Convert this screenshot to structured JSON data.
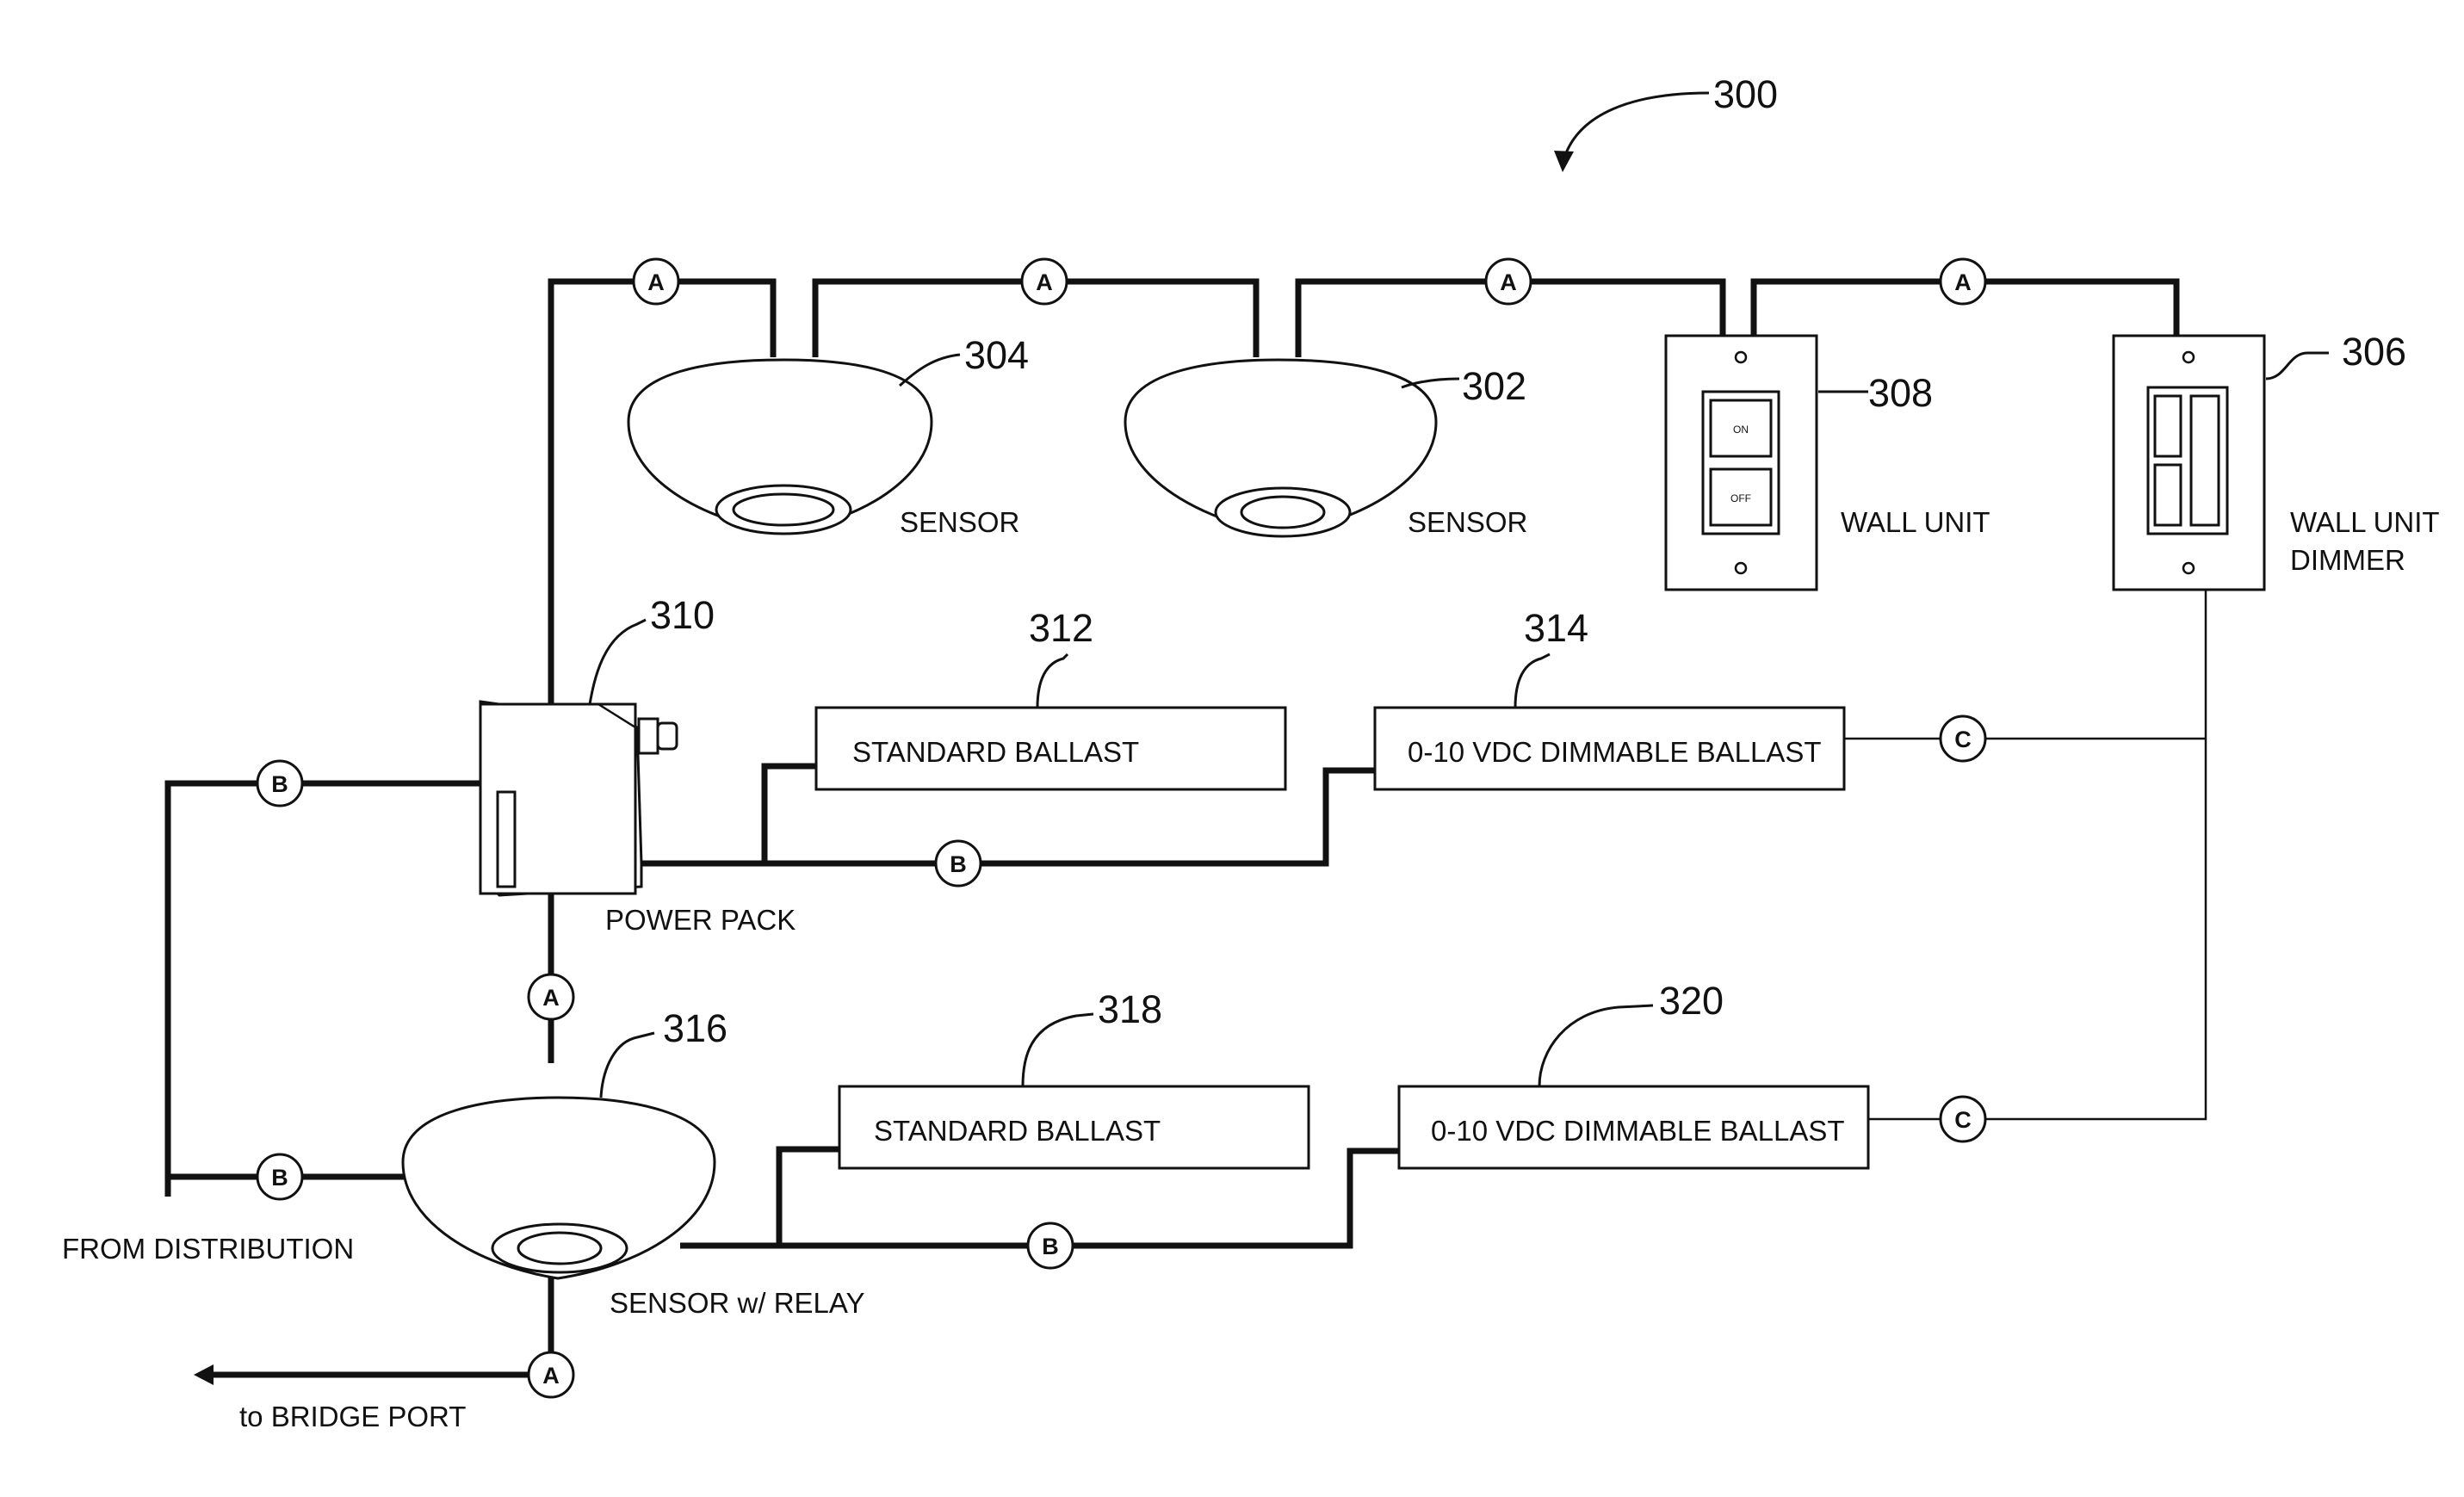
{
  "figure_ref": "300",
  "ref_numbers": {
    "sensor_304": "304",
    "sensor_302": "302",
    "wall_unit_308": "308",
    "wall_unit_dimmer_306": "306",
    "power_pack_310": "310",
    "ballast_312": "312",
    "ballast_314": "314",
    "sensor_relay_316": "316",
    "ballast_318": "318",
    "ballast_320": "320"
  },
  "labels": {
    "sensor_304": "SENSOR",
    "sensor_302": "SENSOR",
    "wall_unit": "WALL UNIT",
    "wall_unit_dimmer_line1": "WALL UNIT",
    "wall_unit_dimmer_line2": "DIMMER",
    "power_pack": "POWER PACK",
    "sensor_relay": "SENSOR w/ RELAY",
    "from_distribution": "FROM DISTRIBUTION",
    "to_bridge_port": "to BRIDGE PORT",
    "standard_ballast_312": "STANDARD BALLAST",
    "dimmable_ballast_314": "0-10 VDC DIMMABLE BALLAST",
    "standard_ballast_318": "STANDARD BALLAST",
    "dimmable_ballast_320": "0-10 VDC DIMMABLE BALLAST"
  },
  "wall_unit_buttons": {
    "on": "ON",
    "off": "OFF"
  },
  "connection_nodes": {
    "a1": "A",
    "a2": "A",
    "a3": "A",
    "a4": "A",
    "a5": "A",
    "a6": "A",
    "b1": "B",
    "b2": "B",
    "b3": "B",
    "b4": "B",
    "c1": "C",
    "c2": "C"
  }
}
